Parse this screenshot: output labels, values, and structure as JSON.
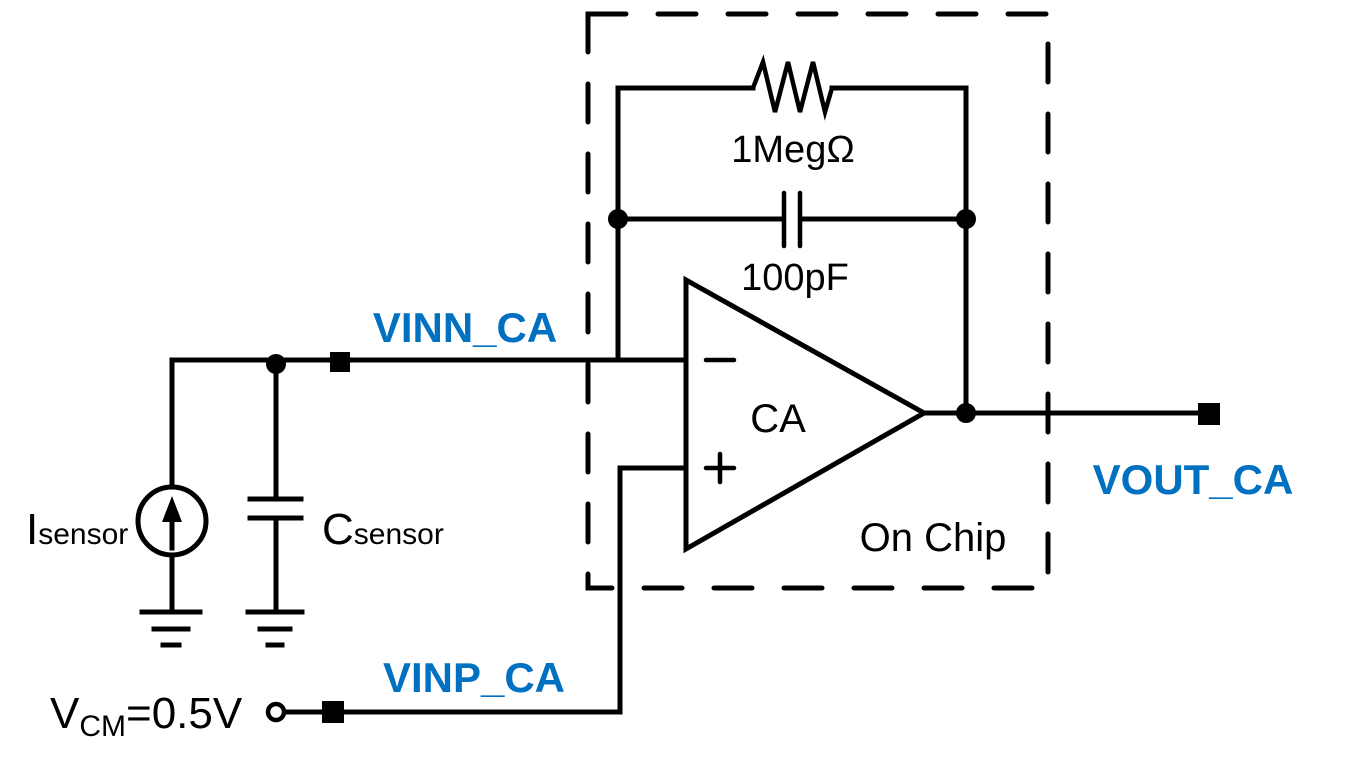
{
  "diagram": {
    "type": "circuit-schematic",
    "colors": {
      "net_label": "#0070C0",
      "wire": "#000000"
    },
    "chip_boundary_label": "On Chip",
    "amplifier": {
      "name": "CA",
      "inverting_sign": "−",
      "noninverting_sign": "+"
    },
    "feedback_resistor": {
      "value": "1MegΩ"
    },
    "feedback_capacitor": {
      "value": "100pF"
    },
    "net_labels": {
      "vinn": "VINN_CA",
      "vinp": "VINP_CA",
      "vout": "VOUT_CA"
    },
    "sensor_current": {
      "main": "I",
      "sub": "sensor"
    },
    "sensor_capacitor": {
      "main": "C",
      "sub": "sensor"
    },
    "vcm": {
      "main": "V",
      "sub": "CM",
      "value": "=0.5V"
    }
  }
}
